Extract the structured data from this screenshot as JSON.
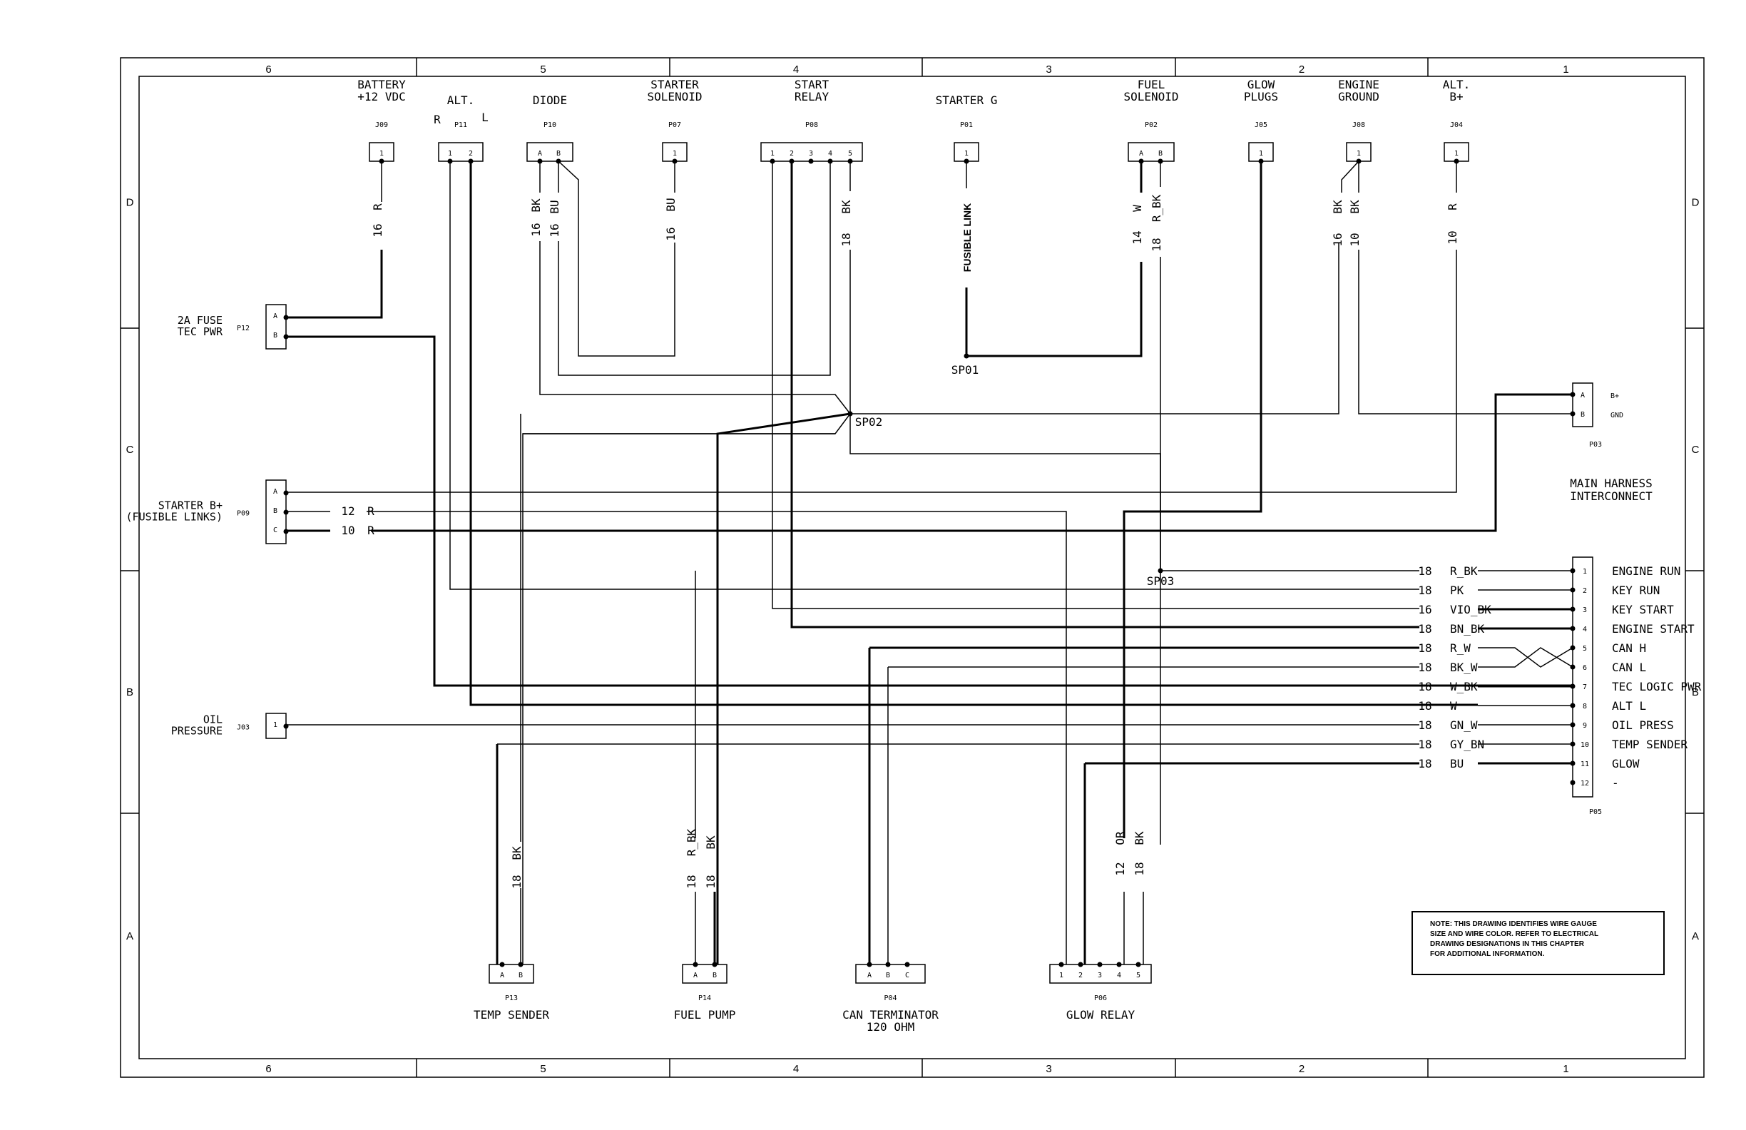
{
  "frame": {
    "columns": [
      "6",
      "5",
      "4",
      "3",
      "2",
      "1"
    ],
    "rows": [
      "D",
      "C",
      "B",
      "A"
    ]
  },
  "connectors": {
    "J09": {
      "id": "J09",
      "title": "BATTERY\n+12 VDC",
      "pins": [
        "1"
      ]
    },
    "P11": {
      "id": "P11",
      "title": "ALT.",
      "left": "R",
      "right": "L",
      "pins": [
        "1",
        "2"
      ]
    },
    "P10": {
      "id": "P10",
      "title": "DIODE",
      "pins": [
        "A",
        "B"
      ]
    },
    "P07": {
      "id": "P07",
      "title": "STARTER\nSOLENOID",
      "pins": [
        "1"
      ]
    },
    "P08": {
      "id": "P08",
      "title": "START\nRELAY",
      "pins": [
        "1",
        "2",
        "3",
        "4",
        "5"
      ]
    },
    "P01": {
      "id": "P01",
      "title": "STARTER G",
      "pins": [
        "1"
      ]
    },
    "P02": {
      "id": "P02",
      "title": "FUEL\nSOLENOID",
      "pins": [
        "A",
        "B"
      ]
    },
    "J05": {
      "id": "J05",
      "title": "GLOW\nPLUGS",
      "pins": [
        "1"
      ]
    },
    "J08": {
      "id": "J08",
      "title": "ENGINE\nGROUND",
      "pins": [
        "1"
      ]
    },
    "J04": {
      "id": "J04",
      "title": "ALT.\nB+",
      "pins": [
        "1"
      ]
    },
    "P12": {
      "id": "P12",
      "title": "2A FUSE\nTEC PWR",
      "pins": [
        "A",
        "B"
      ]
    },
    "P09": {
      "id": "P09",
      "title": "STARTER B+\n(FUSIBLE LINKS)",
      "pins": [
        "A",
        "B",
        "C"
      ]
    },
    "J03": {
      "id": "J03",
      "title": "OIL\nPRESSURE",
      "pins": [
        "1"
      ]
    },
    "P03": {
      "id": "P03",
      "pins": [
        "A",
        "B"
      ],
      "labels": [
        "B+",
        "GND"
      ]
    },
    "P13": {
      "id": "P13",
      "title": "TEMP SENDER",
      "pins": [
        "A",
        "B"
      ]
    },
    "P14": {
      "id": "P14",
      "title": "FUEL PUMP",
      "pins": [
        "A",
        "B"
      ]
    },
    "P04": {
      "id": "P04",
      "title": "CAN TERMINATOR\n120 OHM",
      "pins": [
        "A",
        "B",
        "C"
      ]
    },
    "P06": {
      "id": "P06",
      "title": "GLOW RELAY",
      "pins": [
        "1",
        "2",
        "3",
        "4",
        "5"
      ]
    },
    "P05": {
      "id": "P05",
      "pins": [
        "1",
        "2",
        "3",
        "4",
        "5",
        "6",
        "7",
        "8",
        "9",
        "10",
        "11",
        "12"
      ],
      "labels": [
        "ENGINE RUN",
        "KEY RUN",
        "KEY START",
        "ENGINE START",
        "CAN H",
        "CAN L",
        "TEC LOGIC PWR",
        "ALT L",
        "OIL PRESS",
        "TEMP SENDER",
        "GLOW",
        "-"
      ]
    }
  },
  "splices": [
    "SP01",
    "SP02",
    "SP03"
  ],
  "main_harness_label": "MAIN HARNESS\nINTERCONNECT",
  "wire_labels": {
    "J09": [
      "16",
      "R"
    ],
    "P10A": [
      "16",
      "BK"
    ],
    "P10B": [
      "16",
      "BU"
    ],
    "P07": [
      "16",
      "BU"
    ],
    "P08_5": [
      "18",
      "BK"
    ],
    "fusible": "FUSIBLE LINK",
    "P02A": [
      "14",
      "W"
    ],
    "P02B": [
      "18",
      "R_BK"
    ],
    "J08a": [
      "16",
      "BK"
    ],
    "J08b": [
      "10",
      "BK"
    ],
    "J04": [
      "10",
      "R"
    ],
    "P09B": [
      "12",
      "R"
    ],
    "P09C": [
      "10",
      "R"
    ],
    "P05": [
      [
        "18",
        "R_BK"
      ],
      [
        "18",
        "PK"
      ],
      [
        "16",
        "VIO_BK"
      ],
      [
        "18",
        "BN_BK"
      ],
      [
        "18",
        "R_W"
      ],
      [
        "18",
        "BK_W"
      ],
      [
        "18",
        "W_BK"
      ],
      [
        "18",
        "W"
      ],
      [
        "18",
        "GN_W"
      ],
      [
        "18",
        "GY_BN"
      ],
      [
        "18",
        "BU"
      ]
    ],
    "P13": [
      "18",
      "BK"
    ],
    "P14a": [
      "18",
      "R_BK"
    ],
    "P14b": [
      "18",
      "BK"
    ],
    "P06a": [
      "12",
      "OR"
    ],
    "P06b": [
      "18",
      "BK"
    ]
  },
  "note": "NOTE: THIS DRAWING IDENTIFIES WIRE GAUGE\nSIZE AND WIRE COLOR. REFER TO ELECTRICAL\nDRAWING DESIGNATIONS IN THIS CHAPTER\nFOR ADDITIONAL INFORMATION."
}
